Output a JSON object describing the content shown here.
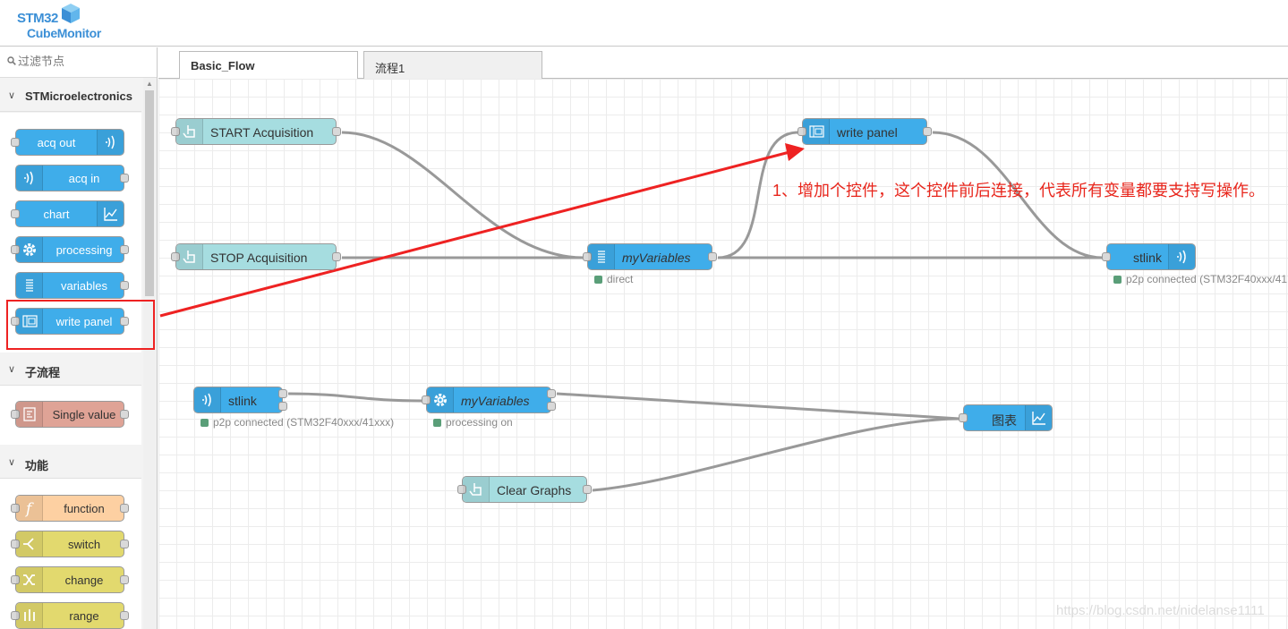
{
  "app": {
    "logo_line1": "STM32",
    "logo_line2": "CubeMonitor"
  },
  "palette": {
    "filter_placeholder": "过滤节点",
    "categories": [
      {
        "title": "STMicroelectronics",
        "nodes": [
          {
            "label": "acq out",
            "icon": "signal-icon"
          },
          {
            "label": "acq in",
            "icon": "signal-icon"
          },
          {
            "label": "chart",
            "icon": "chart-icon"
          },
          {
            "label": "processing",
            "icon": "gear-icon"
          },
          {
            "label": "variables",
            "icon": "list-icon"
          },
          {
            "label": "write panel",
            "icon": "panel-icon"
          }
        ]
      },
      {
        "title": "子流程",
        "nodes": [
          {
            "label": "Single value",
            "icon": "subflow-icon"
          }
        ]
      },
      {
        "title": "功能",
        "nodes": [
          {
            "label": "function",
            "icon": "function-icon"
          },
          {
            "label": "switch",
            "icon": "switch-icon"
          },
          {
            "label": "change",
            "icon": "shuffle-icon"
          },
          {
            "label": "range",
            "icon": "range-icon"
          }
        ]
      }
    ]
  },
  "tabs": [
    {
      "label": "Basic_Flow",
      "active": true
    },
    {
      "label": "流程1",
      "active": false
    }
  ],
  "flow": {
    "nodes": {
      "start": {
        "label": "START Acquisition"
      },
      "stop": {
        "label": "STOP Acquisition"
      },
      "myvars1": {
        "label": "myVariables",
        "status": "direct"
      },
      "writepanel": {
        "label": "write panel"
      },
      "stlink1": {
        "label": "stlink",
        "status": "p2p connected (STM32F40xxx/41"
      },
      "stlink2": {
        "label": "stlink",
        "status": "p2p connected (STM32F40xxx/41xxx)"
      },
      "myvars2": {
        "label": "myVariables",
        "status": "processing on"
      },
      "chart": {
        "label": "图表"
      },
      "clear": {
        "label": "Clear Graphs"
      }
    }
  },
  "annotation": {
    "text": "1、增加个控件，这个控件前后连接，代表所有变量都要支持写操作。"
  },
  "watermark": "https://blog.csdn.net/nidelanse1111",
  "colors": {
    "st_node": "#3fadea",
    "inject_node": "#a6dde0",
    "subflow_node": "#dfa396",
    "function_node": "#fdd0a2",
    "switch_node": "#e2d96e",
    "annotation": "#e8261c",
    "status_dot": "#5a9e78"
  }
}
